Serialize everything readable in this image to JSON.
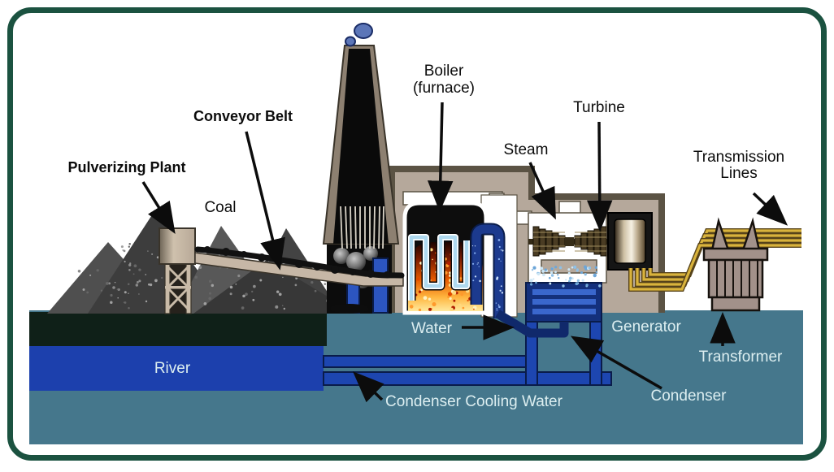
{
  "colors": {
    "frame": "#1b5240",
    "ground": "#45778c",
    "river": "#1c40ad",
    "riverbank": "#0f2018",
    "pipe": "#1d46b0",
    "pipe_dark": "#0a1c4a",
    "pipe_navy": "#1c3a8e",
    "building": "#b5a89b",
    "building_dark": "#5b5344",
    "gold": "#d9b33c",
    "gold_dark": "#57431a",
    "transformer": "#a2918a",
    "label_light": "#dceef0",
    "label_dark": "#0c0c0c"
  },
  "labels": {
    "pulverizing_plant": "Pulverizing Plant",
    "coal": "Coal",
    "conveyor_belt": "Conveyor Belt",
    "boiler_line1": "Boiler",
    "boiler_line2": "(furnace)",
    "steam": "Steam",
    "turbine": "Turbine",
    "transmission_line1": "Transmission",
    "transmission_line2": "Lines",
    "river": "River",
    "water": "Water",
    "condenser_cooling_water": "Condenser Cooling Water",
    "generator": "Generator",
    "condenser": "Condenser",
    "transformer": "Transformer"
  }
}
